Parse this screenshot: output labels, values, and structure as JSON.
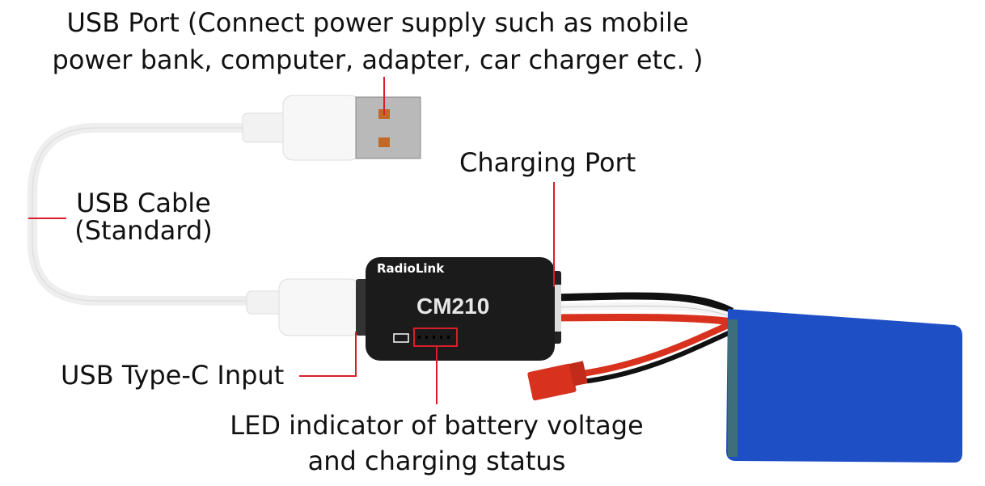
{
  "labels": {
    "usb_port_line1": "USB Port (Connect power supply such as mobile",
    "usb_port_line2": "power bank, computer, adapter, car charger etc. )",
    "charging_port": "Charging Port",
    "usb_cable_line1": "USB Cable",
    "usb_cable_line2": "(Standard)",
    "type_c_input": "USB Type-C Input",
    "led_line1": "LED indicator of battery voltage",
    "led_line2": "and charging status"
  },
  "device": {
    "brand": "RadioLink",
    "model": "CM210"
  },
  "colors": {
    "callout": "#d81e2a",
    "body": "#1b1b1b",
    "battery": "#1e4fc4"
  }
}
